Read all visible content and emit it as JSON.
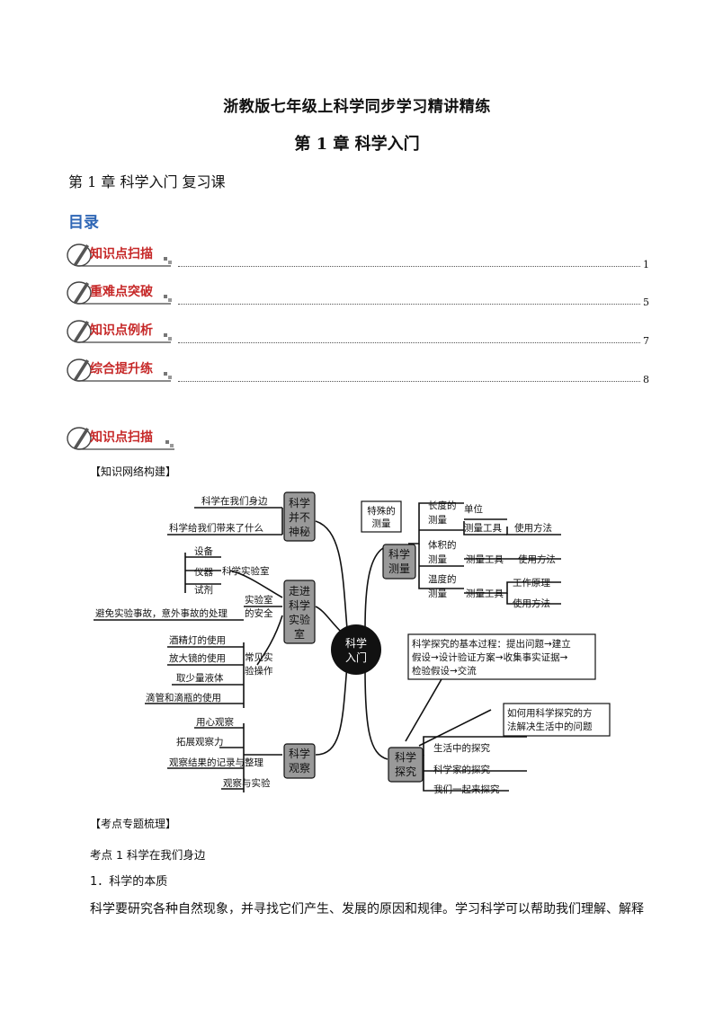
{
  "doc_title": "浙教版七年级上科学同步学习精讲精练",
  "chapter_title": "第 1 章    科学入门",
  "lesson_title": "第 1 章    科学入门  复习课",
  "toc": {
    "heading": "目录",
    "items": [
      {
        "label": "知识点扫描",
        "page": "1"
      },
      {
        "label": "重难点突破",
        "page": "5"
      },
      {
        "label": "知识点例析",
        "page": "7"
      },
      {
        "label": "综合提升练",
        "page": "8"
      }
    ]
  },
  "section": {
    "badge": "知识点扫描",
    "network_label": "【知识网络构建】",
    "topics_label": "【考点专题梳理】"
  },
  "mindmap": {
    "center": [
      "科学",
      "入门"
    ],
    "branches": {
      "b1": {
        "node": [
          "科学",
          "并不",
          "神秘"
        ],
        "leaves": [
          "科学在我们身边",
          "科学给我们带来了什么"
        ]
      },
      "b2": {
        "node": [
          "走进",
          "科学",
          "实验",
          "室"
        ],
        "lab": "科学实验室",
        "lab_items": [
          "设备",
          "仪器",
          "试剂"
        ],
        "safety": [
          "实验室",
          "的安全"
        ],
        "safety_leaf": "避免实验事故，意外事故的处理",
        "ops": [
          "常见实",
          "验操作"
        ],
        "ops_items": [
          "酒精灯的使用",
          "放大镜的使用",
          "取少量液体",
          "滴管和滴瓶的使用"
        ]
      },
      "b3": {
        "node": [
          "科学",
          "观察"
        ],
        "leaves": [
          "用心观察",
          "拓展观察力",
          "观察结果的记录与整理",
          "观察与实验"
        ]
      },
      "b4": {
        "node": [
          "科学",
          "测量"
        ],
        "special": [
          "特殊的",
          "测量"
        ],
        "length": [
          "长度的",
          "测量"
        ],
        "unit": "单位",
        "tool": "测量工具",
        "use": "使用方法",
        "volume": [
          "体积的",
          "测量"
        ],
        "temp": [
          "温度的",
          "测量"
        ],
        "principle": "工作原理"
      },
      "b5": {
        "node": [
          "科学",
          "探究"
        ],
        "process": [
          "科学探究的基本过程：提出问题→建立",
          "假设→设计验证方案→收集事实证据→",
          "检验假设→交流"
        ],
        "how": [
          "如何用科学探究的方",
          "法解决生活中的问题"
        ],
        "leaves": [
          "生活中的探究",
          "科学家的探究",
          "我们一起来探究"
        ]
      }
    }
  },
  "topic1": {
    "title": "考点 1    科学在我们身边",
    "sub": "1．科学的本质",
    "para": "科学要研究各种自然现象，并寻找它们产生、发展的原因和规律。学习科学可以帮助我们理解、解释"
  }
}
